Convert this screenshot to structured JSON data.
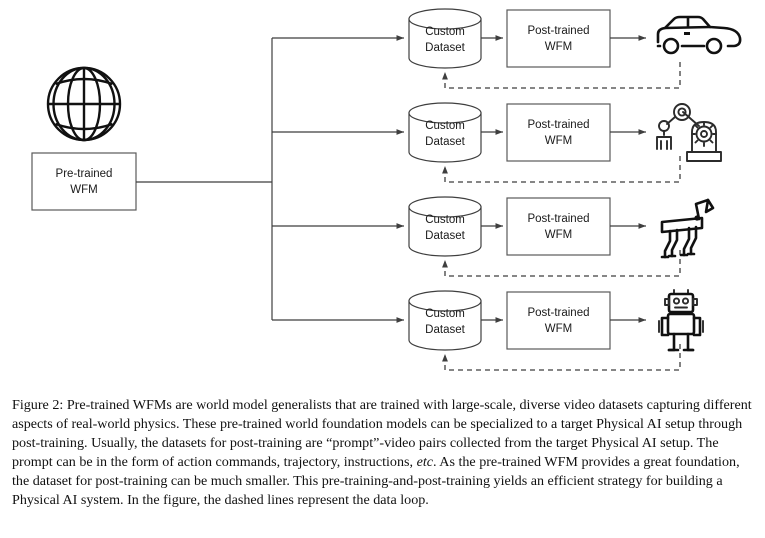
{
  "figure": {
    "source_node": {
      "icon": "globe-icon",
      "label_line1": "Pre-trained",
      "label_line2": "WFM"
    },
    "rows": [
      {
        "dataset_line1": "Custom",
        "dataset_line2": "Dataset",
        "model_line1": "Post-trained",
        "model_line2": "WFM",
        "target_icon": "car-icon",
        "target_name": "autonomous-vehicle"
      },
      {
        "dataset_line1": "Custom",
        "dataset_line2": "Dataset",
        "model_line1": "Post-trained",
        "model_line2": "WFM",
        "target_icon": "robot-arm-icon",
        "target_name": "industrial-robot-arm"
      },
      {
        "dataset_line1": "Custom",
        "dataset_line2": "Dataset",
        "model_line1": "Post-trained",
        "model_line2": "WFM",
        "target_icon": "quadruped-robot-icon",
        "target_name": "quadruped-robot"
      },
      {
        "dataset_line1": "Custom",
        "dataset_line2": "Dataset",
        "model_line1": "Post-trained",
        "model_line2": "WFM",
        "target_icon": "humanoid-robot-icon",
        "target_name": "humanoid-robot"
      }
    ],
    "colors": {
      "box_stroke": "#595959",
      "cylinder_stroke": "#3f3f3f",
      "connector": "#3f3f3f",
      "icon": "#111111",
      "background": "#ffffff",
      "text": "#1a1a1a"
    }
  },
  "caption": {
    "prefix": "Figure 2:",
    "part1": " Pre-trained WFMs are world model generalists that are trained with large-scale, diverse video datasets capturing different aspects of real-world physics. These pre-trained world foundation models can be specialized to a target Physical AI setup through post-training. Usually, the datasets for post-training are “prompt”-video pairs collected from the target Physical AI setup. The prompt can be in the form of action commands, trajectory, instructions, ",
    "italic": "etc",
    "part2": ". As the pre-trained WFM provides a great foundation, the dataset for post-training can be much smaller. This pre-training-and-post-training yields an efficient strategy for building a Physical AI system. In the figure, the dashed lines represent the data loop."
  }
}
